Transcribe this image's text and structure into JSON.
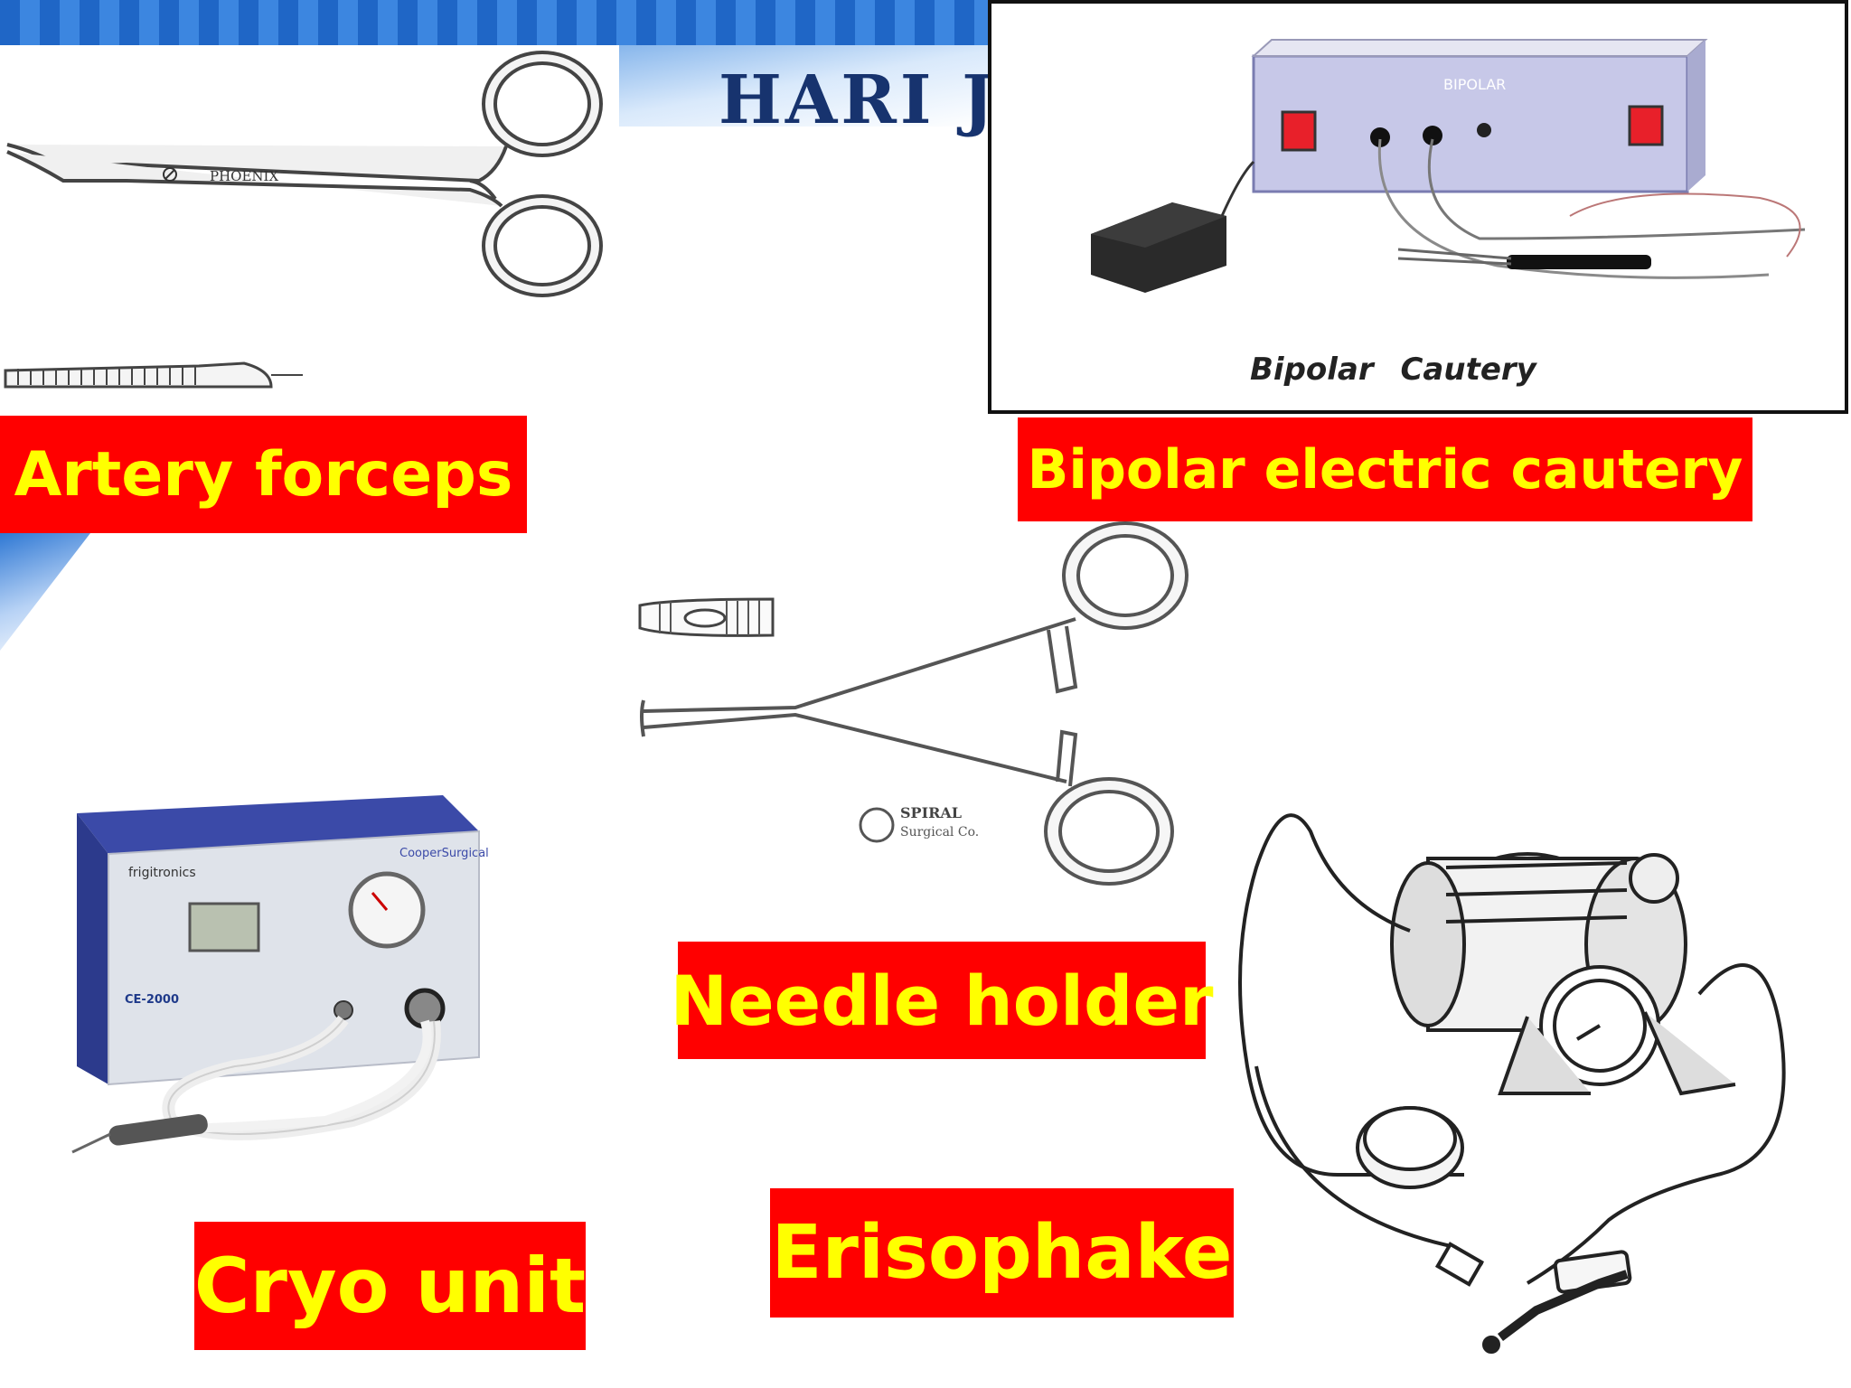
{
  "header": {
    "brand_text": "HARI JY"
  },
  "labels": {
    "artery_forceps": "Artery forceps",
    "bipolar_cautery": "Bipolar electric cautery",
    "needle_holder": "Needle holder",
    "cryo_unit": "Cryo unit",
    "erisophake": "Erisophake"
  },
  "photo_captions": {
    "bipolar_photo": "Bipolar Cautery",
    "artery_forceps_brand": "PHOENIX",
    "needle_holder_brand_1": "SPIRAL",
    "needle_holder_brand_2": "Surgical Co.",
    "cryo_brand_left": "frigitronics",
    "cryo_brand_right": "CooperSurgical",
    "cryo_model": "CE-2000"
  },
  "colors": {
    "label_bg": "#ff0000",
    "label_text": "#ffff00",
    "header_blue": "#1f66c6",
    "cryo_panel": "#dfe3ea",
    "cryo_top": "#3b4aa8"
  },
  "icons": [
    "artery-forceps-icon",
    "bipolar-cautery-unit-icon",
    "needle-holder-icon",
    "cryo-unit-icon",
    "erisophake-icon"
  ]
}
